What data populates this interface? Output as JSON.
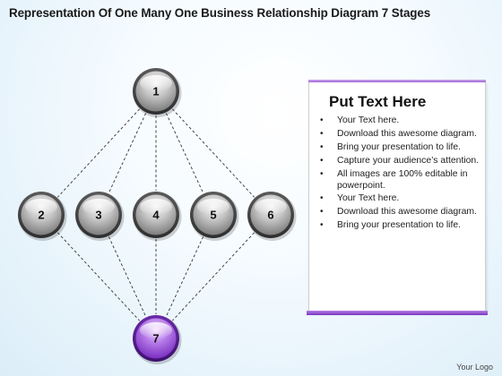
{
  "title": "Representation Of One Many One Business Relationship Diagram 7 Stages",
  "diagram": {
    "nodes": [
      {
        "label": "1",
        "role": "top"
      },
      {
        "label": "2",
        "role": "middle"
      },
      {
        "label": "3",
        "role": "middle"
      },
      {
        "label": "4",
        "role": "middle"
      },
      {
        "label": "5",
        "role": "middle"
      },
      {
        "label": "6",
        "role": "middle"
      },
      {
        "label": "7",
        "role": "bottom"
      }
    ],
    "connector_style": "dashed",
    "colors": {
      "node_gray": "#9a9a9a",
      "node_purple": "#9b4fd6",
      "accent_purple": "#8e48cf"
    }
  },
  "panel": {
    "heading": "Put Text Here",
    "bullets": [
      "Your Text here.",
      "Download this awesome diagram.",
      "Bring your presentation to life.",
      "Capture your audience’s attention.",
      "All images are 100% editable in powerpoint.",
      "Your Text here.",
      "Download this awesome diagram.",
      "Bring your presentation to life."
    ]
  },
  "footer": "Your Logo"
}
